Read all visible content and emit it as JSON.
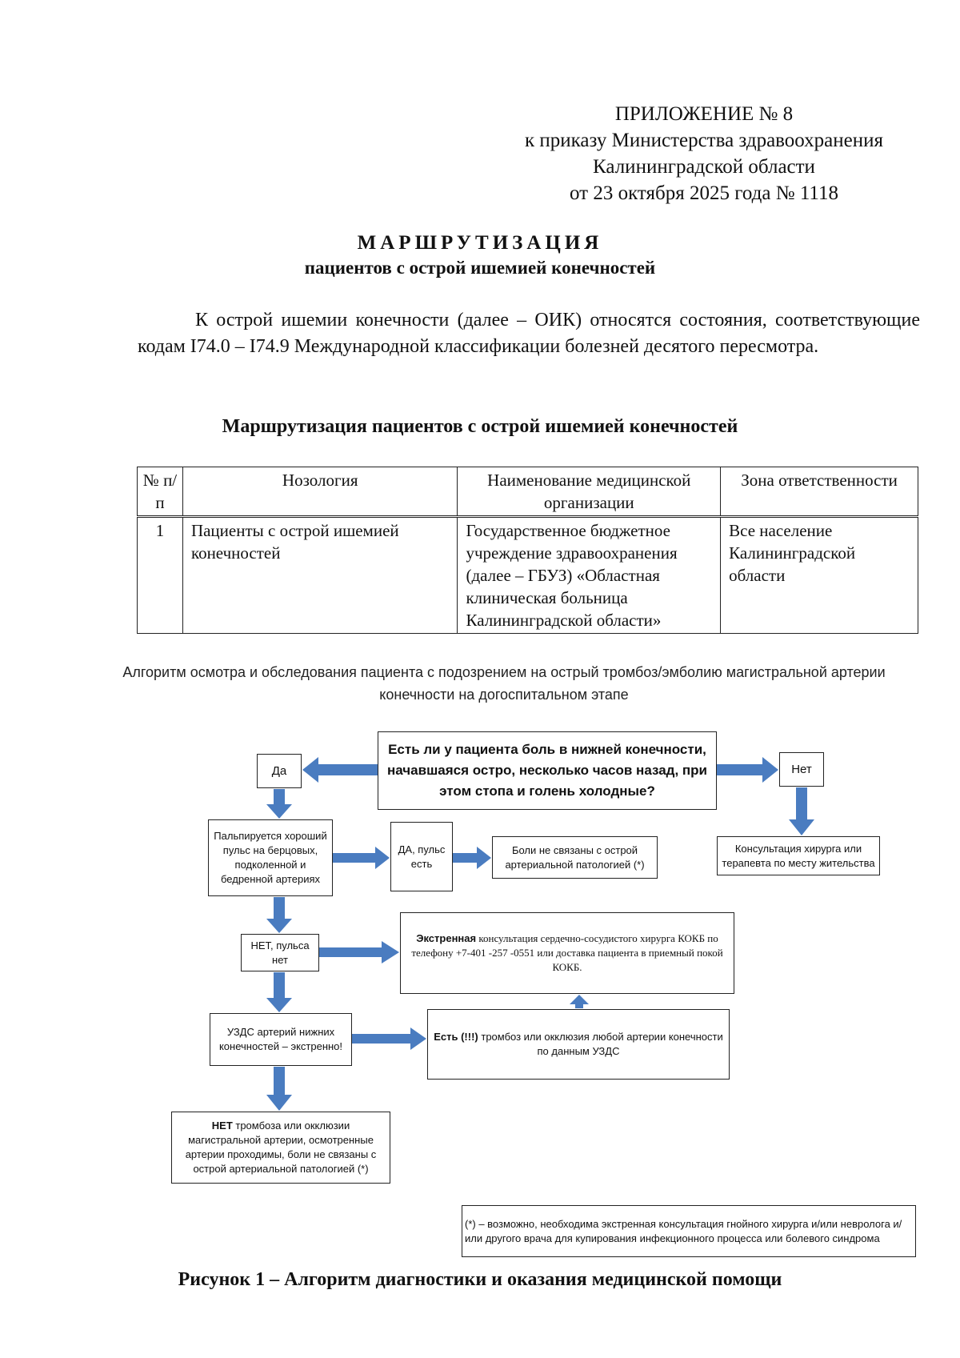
{
  "appendix": {
    "line1": "ПРИЛОЖЕНИЕ № 8",
    "line2": "к приказу Министерства здравоохранения",
    "line3": "Калининградской области",
    "line4": "от 23 октября 2025 года № 1118"
  },
  "doc": {
    "title": "МАРШРУТИЗАЦИЯ",
    "subtitle": "пациентов с острой ишемией конечностей",
    "intro": "К острой ишемии конечности (далее – ОИК) относятся состояния, соответствующие кодам I74.0 – I74.9 Международной классификации болезней десятого пересмотра.",
    "table_title": "Маршрутизация пациентов с острой ишемией конечностей"
  },
  "table": {
    "headers": [
      "№ п/п",
      "Нозология",
      "Наименование медицинской организации",
      "Зона ответственности"
    ],
    "rows": [
      [
        "1",
        "Пациенты с острой ишемией конечностей",
        "Государственное бюджетное учреждение здравоохранения (далее – ГБУЗ) «Областная клиническая больница Калининградской области»",
        "Все население Калининградской области"
      ]
    ]
  },
  "algorithm": {
    "title": "Алгоритм осмотра и обследования пациента с подозрением на острый тромбоз/эмболию магистральной артерии конечности на догоспитальном этапе",
    "question": "Есть ли у пациента боль в нижней конечности, начавшаяся остро, несколько часов назад, при этом стопа и голень холодные?",
    "yes": "Да",
    "no": "Нет",
    "pulse_check": "Пальпируется хороший пульс на берцовых, подколенной и бедренной артериях",
    "pulse_yes": "ДА, пульс есть",
    "not_arterial": "Боли не связаны с острой артериальной патологией (*)",
    "consult_local": "Консультация хирурга или терапевта по месту жительства",
    "pulse_no": "НЕТ, пульса нет",
    "emergency_bold": "Экстренная",
    "emergency_rest": " консультация сердечно-сосудистого хирурга КОКБ по телефону +7-401 -257 -0551 или доставка пациента в приемный покой КОКБ.",
    "uzds": "УЗДС артерий нижних конечностей – экстренно!",
    "found_bold": "Есть (!!!)",
    "found_rest": " тромбоз или окклюзия любой артерии конечности по данным УЗДС",
    "none_bold": "НЕТ",
    "none_rest": " тромбоза или окклюзии магистральной артерии, осмотренные артерии проходимы, боли не связаны с острой артериальной патологией (*)",
    "footnote": "(*) – возможно, необходима экстренная консультация гнойного хирурга и/или невролога и/или другого врача для купирования инфекционного процесса или болевого синдрома",
    "arrow_color": "#4a7cc0"
  },
  "figure": {
    "caption": "Рисунок 1 – Алгоритм диагностики и оказания медицинской помощи"
  }
}
